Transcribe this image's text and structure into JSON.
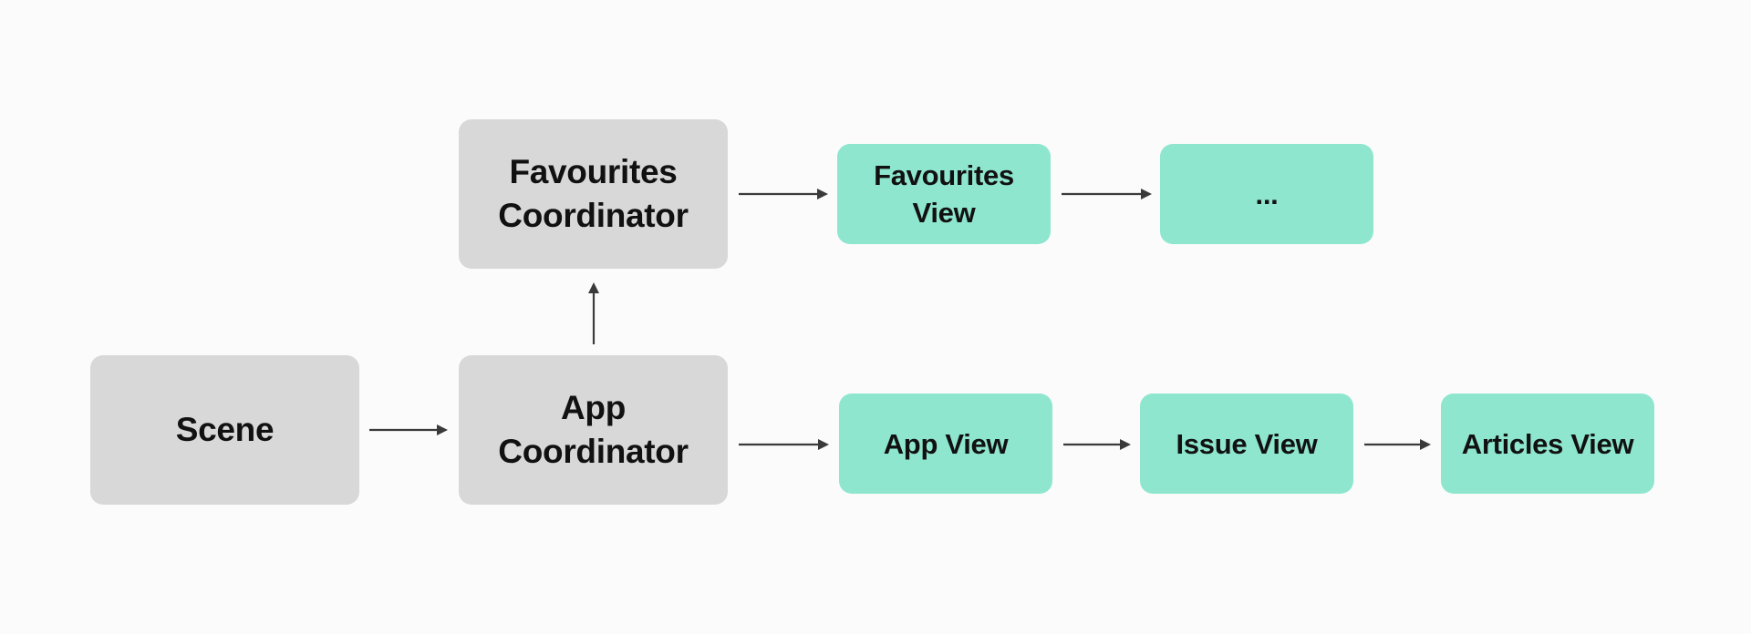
{
  "nodes": {
    "scene": "Scene",
    "app_coordinator": "App\nCoordinator",
    "favourites_coordinator": "Favourites\nCoordinator",
    "favourites_view": "Favourites\nView",
    "more": "...",
    "app_view": "App View",
    "issue_view": "Issue View",
    "articles_view": "Articles View"
  },
  "edges": [
    [
      "scene",
      "app_coordinator"
    ],
    [
      "app_coordinator",
      "favourites_coordinator"
    ],
    [
      "favourites_coordinator",
      "favourites_view"
    ],
    [
      "favourites_view",
      "more"
    ],
    [
      "app_coordinator",
      "app_view"
    ],
    [
      "app_view",
      "issue_view"
    ],
    [
      "issue_view",
      "articles_view"
    ]
  ],
  "colors": {
    "background": "#fbfbfb",
    "coordinator_fill": "#d8d8d8",
    "view_fill": "#8ee6ce",
    "text": "#111111",
    "arrow": "#3a3a3a"
  }
}
